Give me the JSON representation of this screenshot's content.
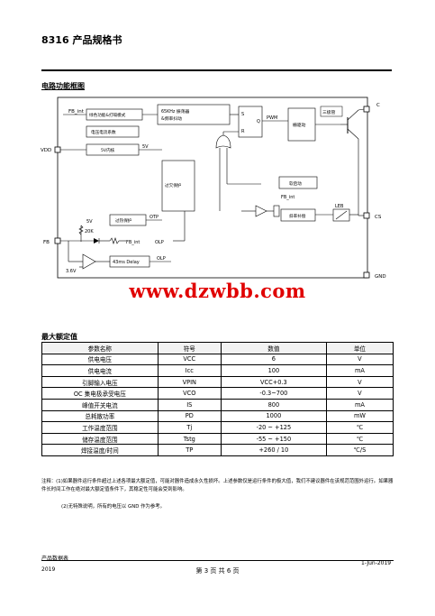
{
  "header": {
    "title": "8316 产品规格书"
  },
  "section_circuit": {
    "title": "电路功能框图"
  },
  "diagram": {
    "labels": {
      "fb_int_top": "FB_int",
      "comp_mode": "绿色功能&打嗝模式",
      "osc": "65KHz 振荡器",
      "osc2": "&频率抖动",
      "sr_s": "S",
      "sr_q": "Q",
      "sr_r": "R",
      "pwm": "PWM",
      "driver": "栅驱动",
      "triode": "三极管",
      "c_pin": "C",
      "vdd_pin": "VDD",
      "vdd_detect": "电压电流系数",
      "ldo": "5V内核",
      "five_v": "5V",
      "comp_protect": "过欠保护",
      "soft_start": "软启动",
      "fb_int_mid": "FB_int",
      "leb": "LEB",
      "slope": "斜率补偿",
      "cs_pin": "CS",
      "otp_block": "过热保护",
      "otp": "OTP",
      "olp": "OLP",
      "five_v2": "5V",
      "res_20k": "20K",
      "fb_pin": "FB",
      "fb_int_low": "FB_int",
      "v36": "3.6V",
      "delay": "43ms Delay",
      "olp2": "OLP",
      "gnd_pin": "GND"
    }
  },
  "watermark": "www.dzwbb.com",
  "section_ratings": {
    "title": "最大额定值"
  },
  "ratings": {
    "headers": [
      "参数名称",
      "符号",
      "数值",
      "单位"
    ],
    "rows": [
      [
        "供电电压",
        "VCC",
        "6",
        "V"
      ],
      [
        "供电电流",
        "Icc",
        "100",
        "mA"
      ],
      [
        "引脚输入电压",
        "VPIN",
        "VCC+0.3",
        "V"
      ],
      [
        "OC 集电极承受电压",
        "VCO",
        "-0.3~700",
        "V"
      ],
      [
        "峰值开关电流",
        "IS",
        "800",
        "mA"
      ],
      [
        "总耗散功率",
        "PD",
        "1000",
        "mW"
      ],
      [
        "工作温度范围",
        "Tj",
        "-20 ~ +125",
        "℃"
      ],
      [
        "储存温度范围",
        "Tstg",
        "-55 ~ +150",
        "℃"
      ],
      [
        "焊接温度/时间",
        "TP",
        "+260 / 10",
        "℃/S"
      ]
    ]
  },
  "notes": {
    "note1": "注释：(1)如果器件运行条件超过上述各项最大额定值，可能对器件造成永久性损坏。上述参数仅是运行条件的极大值，我们不建议器件在该规范范围外运行。如果器件长时间工作在绝对最大额定值条件下，其稳定性可能会受到影响。",
    "note2": "(2)无特殊说明，所有的电压以 GND 作为参考。"
  },
  "footer": {
    "left1": "产品数据表",
    "left2": "2019",
    "right": "1-Jun-2019",
    "center": "第 3 页 共 6 页"
  }
}
